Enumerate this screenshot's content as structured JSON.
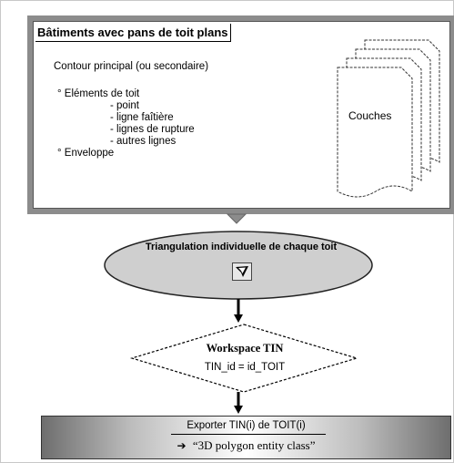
{
  "panel": {
    "title": "Bâtiments avec pans de toit plans",
    "contour": "Contour principal (ou secondaire)",
    "roof_elements_heading": "° Eléments de toit",
    "roof_elements": [
      "- point",
      "- ligne faîtière",
      "- lignes de rupture",
      "- autres lignes"
    ],
    "envelope": "° Enveloppe",
    "layers_label": "Couches"
  },
  "triangulation": {
    "label": "Triangulation individuelle de chaque toit",
    "tool_icon": "arrow-cursor-icon"
  },
  "workspace": {
    "title": "Workspace TIN",
    "condition": "TIN_id = id_TOIT"
  },
  "export": {
    "line1": "Exporter TIN(i) de TOIT(i)",
    "arrow": "➔",
    "line2": "“3D polygon entity class”"
  },
  "colors": {
    "panel_border": "#8c8c8c",
    "ellipse_fill": "#cfcfcf",
    "connector": "#000000"
  }
}
